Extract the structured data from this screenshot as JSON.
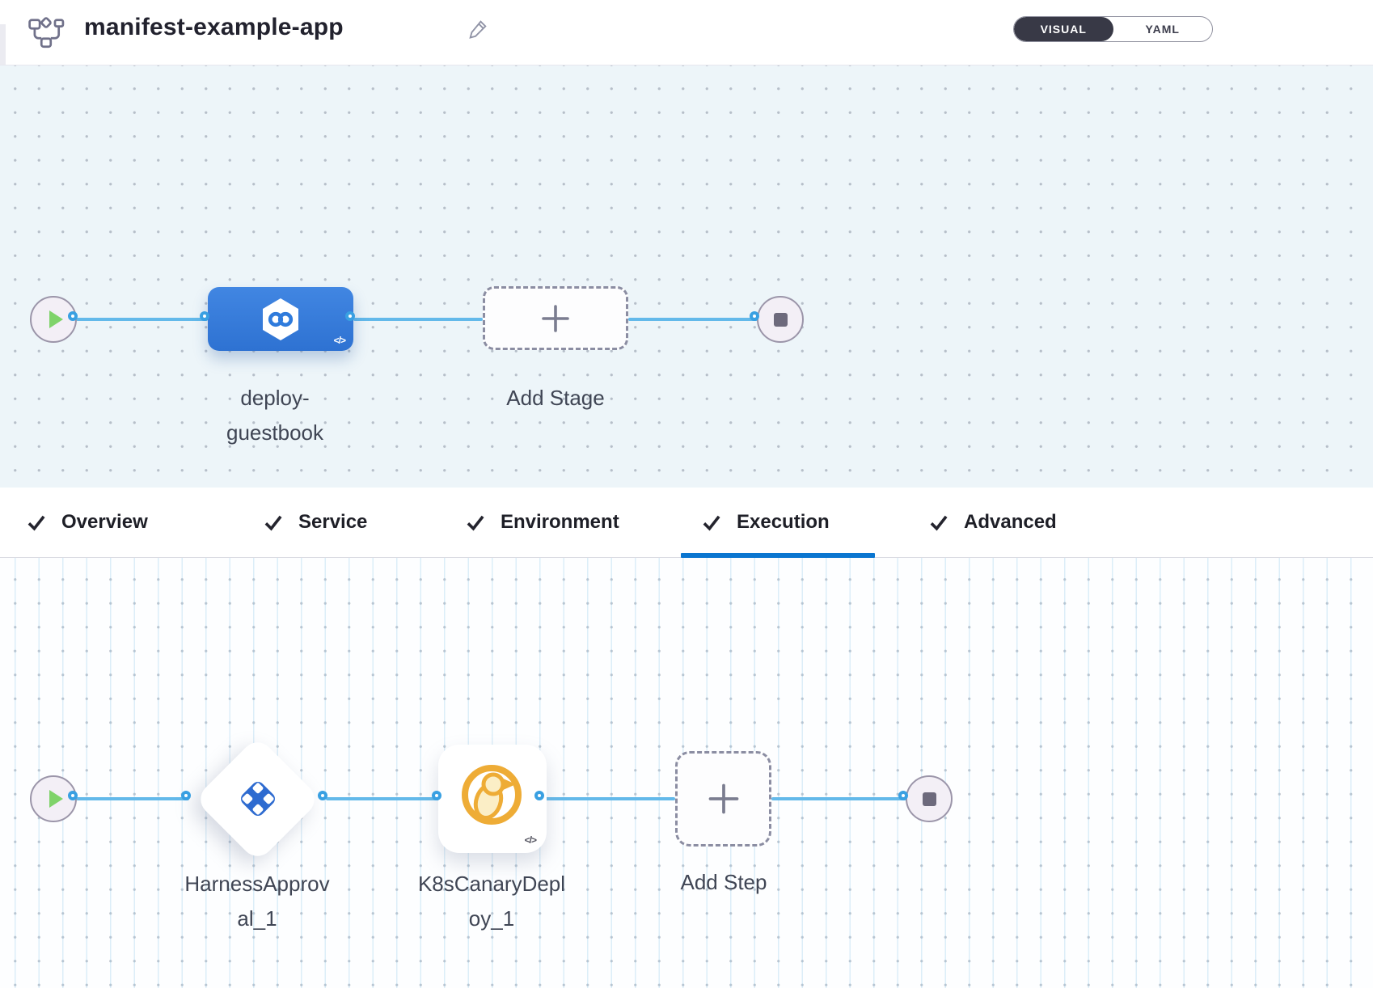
{
  "header": {
    "title": "manifest-example-app",
    "toggle": {
      "visual": "VISUAL",
      "yaml": "YAML",
      "active": "VISUAL"
    }
  },
  "tabs": [
    {
      "label": "Overview",
      "checked": true,
      "active": false
    },
    {
      "label": "Service",
      "checked": true,
      "active": false
    },
    {
      "label": "Environment",
      "checked": true,
      "active": false
    },
    {
      "label": "Execution",
      "checked": true,
      "active": true
    },
    {
      "label": "Advanced",
      "checked": true,
      "active": false
    }
  ],
  "stage_pipeline": {
    "start": "pipeline-start",
    "end": "pipeline-end",
    "stage": {
      "label_line1": "deploy-",
      "label_line2": "guestbook",
      "icon": "infinity-hexagon-icon",
      "code_badge": "</>"
    },
    "add_stage": {
      "label": "Add Stage",
      "icon": "plus-icon"
    }
  },
  "execution_pipeline": {
    "start": "execution-start",
    "end": "execution-end",
    "step1": {
      "label_line1": "HarnessApprov",
      "label_line2": "al_1",
      "icon": "harness-approval-icon"
    },
    "step2": {
      "label_line1": "K8sCanaryDepl",
      "label_line2": "oy_1",
      "icon": "canary-bird-icon",
      "code_badge": "</>"
    },
    "add_step": {
      "label": "Add Step",
      "icon": "plus-icon"
    }
  },
  "colors": {
    "accent_blue": "#0b76d0",
    "stage_node_blue": "#3579d8",
    "connector_blue": "#63b9ea",
    "port_border_blue": "#39a0e2",
    "approval_icon_blue": "#2e6bd0",
    "canary_orange": "#eeac36",
    "play_green": "#7fd36a",
    "toggle_dark": "#383946",
    "canvas_top_bg": "#edf5f9",
    "canvas_bottom_bg": "#fdfeff"
  }
}
